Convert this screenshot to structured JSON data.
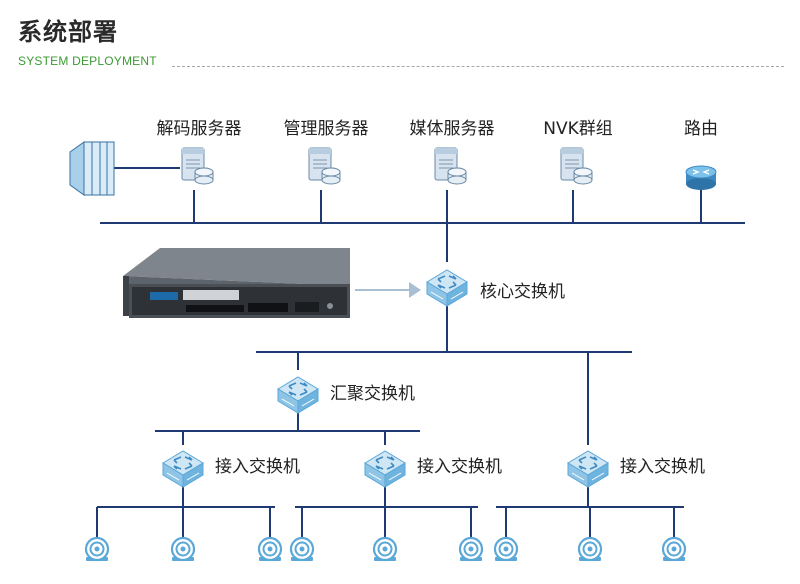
{
  "header": {
    "title": "系统部署",
    "subtitle": "SYSTEM DEPLOYMENT"
  },
  "servers": {
    "decode": "解码服务器",
    "manage": "管理服务器",
    "media": "媒体服务器",
    "nvk": "NVK群组",
    "router": "路由"
  },
  "switches": {
    "core": "核心交换机",
    "aggregation": "汇聚交换机",
    "access_1": "接入交换机",
    "access_2": "接入交换机",
    "access_3": "接入交换机"
  },
  "colors": {
    "line": "#1f3a73",
    "icon_blue": "#5aa7d8",
    "icon_light": "#cfe6f5",
    "accent_green": "#3c9a33"
  }
}
